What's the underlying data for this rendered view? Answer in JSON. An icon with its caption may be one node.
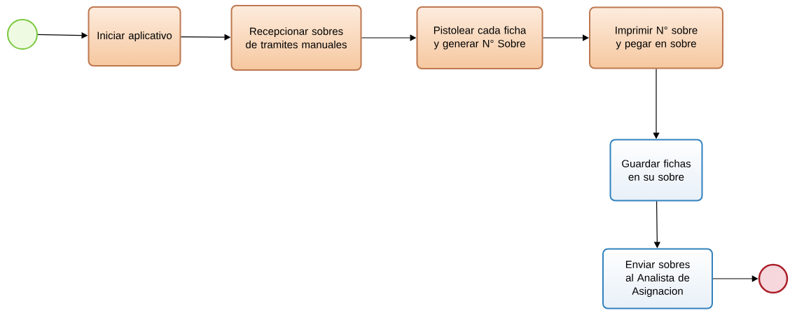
{
  "diagram": {
    "nodes": [
      {
        "text": [],
        "shape": "circle"
      },
      {
        "text": [
          "Iniciar aplicativo"
        ]
      },
      {
        "text": [
          "Recepcionar sobres de tramites manuales"
        ]
      },
      {
        "text": [
          "Pistolear cada ficha y generar N° Sobre"
        ]
      },
      {
        "text": [
          "Imprimir N° sobre y pegar en sobre"
        ]
      },
      {
        "text": [
          "Guardar fichas en su sobre"
        ]
      },
      {
        "text": [
          "Enviar sobres al Analista de Asignacion"
        ]
      },
      {
        "text": [],
        "shape": "circle"
      }
    ],
    "edges": [
      {
        "from": 0,
        "to": 1,
        "arrow": "to"
      },
      {
        "from": 1,
        "to": 2,
        "arrow": "to"
      },
      {
        "from": 2,
        "to": 3,
        "arrow": "to"
      },
      {
        "from": 3,
        "to": 4,
        "arrow": "to"
      },
      {
        "from": 4,
        "to": 5,
        "arrow": "to"
      },
      {
        "from": 5,
        "to": 6,
        "arrow": "to"
      },
      {
        "from": 6,
        "to": 7,
        "arrow": "to"
      }
    ]
  }
}
